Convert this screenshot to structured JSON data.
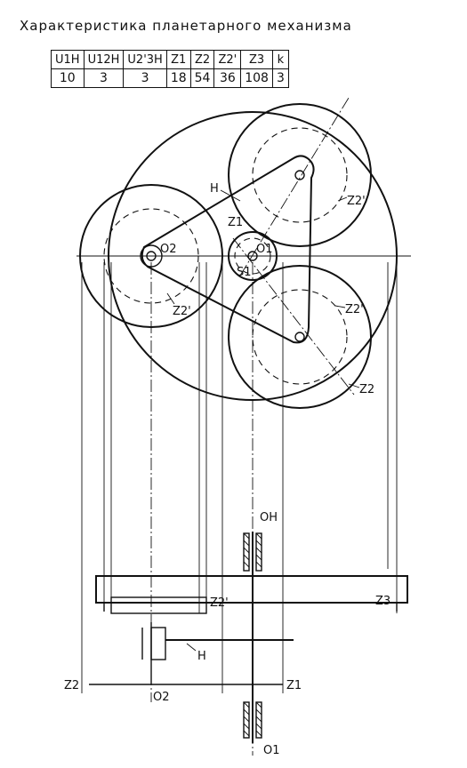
{
  "title": "Характеристика планетарного механизма",
  "table": {
    "headers": [
      "U1H",
      "U12H",
      "U2'3H",
      "Z1",
      "Z2",
      "Z2'",
      "Z3",
      "k"
    ],
    "values": [
      "10",
      "3",
      "3",
      "18",
      "54",
      "36",
      "108",
      "3"
    ]
  },
  "labels": {
    "H_top": "H",
    "z1_top": "Z1",
    "O1_top": "O1",
    "O2_top": "O2",
    "S1": "S1",
    "z2p_upper": "Z2'",
    "z2p_left": "Z2'",
    "z2p_right": "Z2'",
    "z2_lower": "Z2",
    "OH": "OH",
    "z2p_side": "Z2'",
    "z3_side": "Z3",
    "H_side": "H",
    "z2_side": "Z2",
    "O2_side": "O2",
    "z1_side": "Z1",
    "O1_side": "O1"
  }
}
